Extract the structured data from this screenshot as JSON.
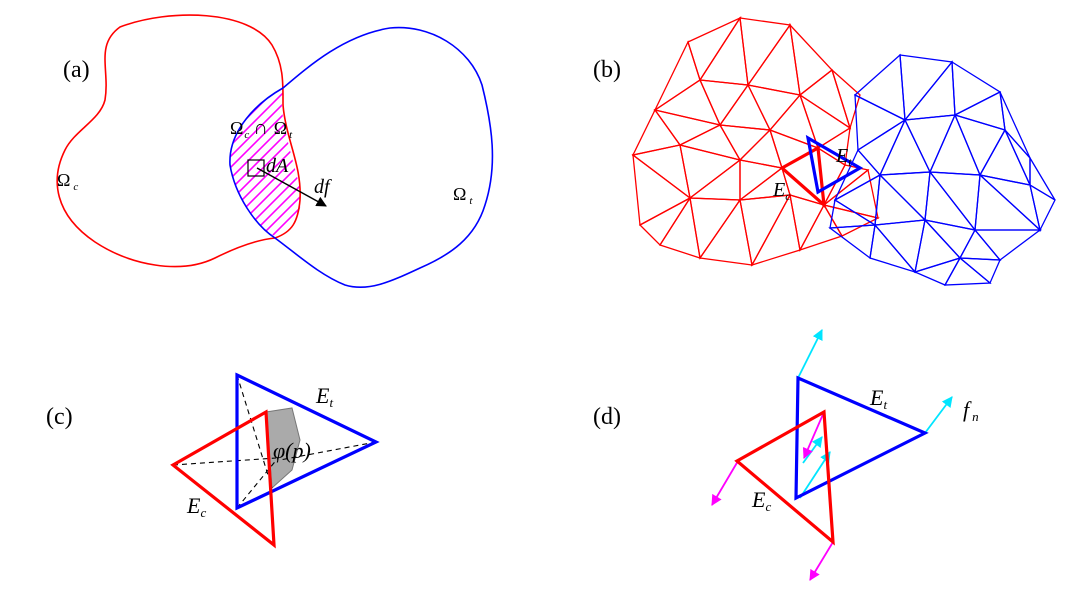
{
  "panels": {
    "a": {
      "label": "(a)",
      "omega_c": "Ω",
      "sub_c": "c",
      "omega_t": "Ω",
      "sub_t": "t",
      "intersection_omega_c": "Ω",
      "intersection_sub_c": "c",
      "intersection_cap": "∩",
      "intersection_omega_t": "Ω",
      "intersection_sub_t": "t",
      "dA": "dA",
      "df": "df"
    },
    "b": {
      "label": "(b)",
      "Et_E": "E",
      "Et_sub": "t",
      "Ec_E": "E",
      "Ec_sub": "c"
    },
    "c": {
      "label": "(c)",
      "Et_E": "E",
      "Et_sub": "t",
      "Ec_E": "E",
      "Ec_sub": "c",
      "phi": "φ(p)"
    },
    "d": {
      "label": "(d)",
      "Et_E": "E",
      "Et_sub": "t",
      "Ec_E": "E",
      "Ec_sub": "c",
      "fn_f": "f",
      "fn_sub": "n"
    }
  },
  "colors": {
    "contact": "#ff0000",
    "target": "#0000ff",
    "hatch": "#ff00ff",
    "force_target": "#00e5ff",
    "force_contact": "#ff00ff",
    "overlap_fill": "#aaaaaa"
  }
}
